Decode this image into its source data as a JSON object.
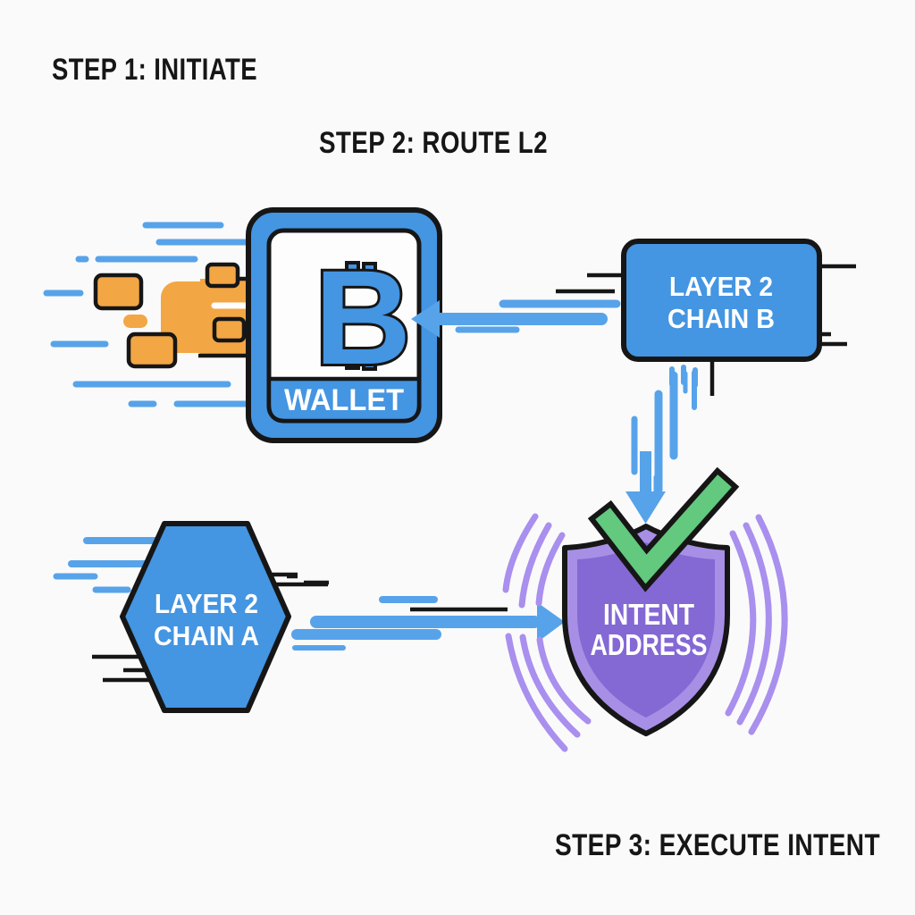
{
  "titles": {
    "step1": "STEP 1: INITIATE",
    "step2": "STEP 2: ROUTE L2",
    "step3": "STEP 3: EXECUTE INTENT"
  },
  "nodes": {
    "wallet": {
      "label": "WALLET",
      "icon": "bitcoin-icon"
    },
    "chain_b": {
      "line1": "LAYER 2",
      "line2": "CHAIN B"
    },
    "chain_a": {
      "line1": "LAYER 2",
      "line2": "CHAIN A"
    },
    "intent_address": {
      "line1": "INTENT",
      "line2": "ADDRESS",
      "icon": "checkmark-icon"
    }
  },
  "colors": {
    "bg": "#fafafa",
    "ink": "#161616",
    "white": "#ffffff",
    "blue": "#4495e2",
    "blue_light": "#57a3ea",
    "orange": "#f3a644",
    "purple": "#8468d4",
    "purple_band": "#a78fe6",
    "purple_arc": "#a98fee",
    "green": "#62c97e"
  }
}
